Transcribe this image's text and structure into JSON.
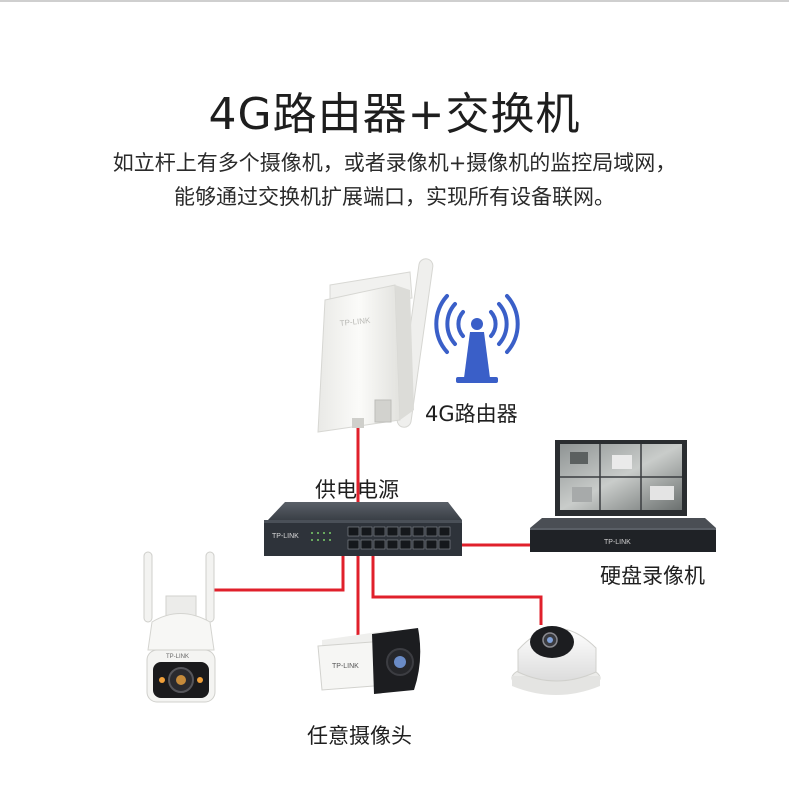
{
  "header": {
    "title": "4G路由器+交换机",
    "subtitle_line1": "如立杆上有多个摄像机，或者录像机+摄像机的监控局域网，",
    "subtitle_line2": "能够通过交换机扩展端口，实现所有设备联网。"
  },
  "labels": {
    "router": "4G路由器",
    "power": "供电电源",
    "nvr": "硬盘录像机",
    "cameras": "任意摄像头"
  },
  "brand": {
    "switch_logo": "TP-LINK",
    "nvr_logo": "TP-LINK",
    "ptz_logo": "TP-LINK",
    "bullet_logo": "TP-LINK",
    "router_logo": "TP-LINK"
  },
  "colors": {
    "cable": "#e0202b",
    "signal": "#3a5fc8",
    "device_white": "#f4f4f2",
    "switch_body": "#3b4048"
  },
  "icons": [
    "signal-tower-icon"
  ]
}
